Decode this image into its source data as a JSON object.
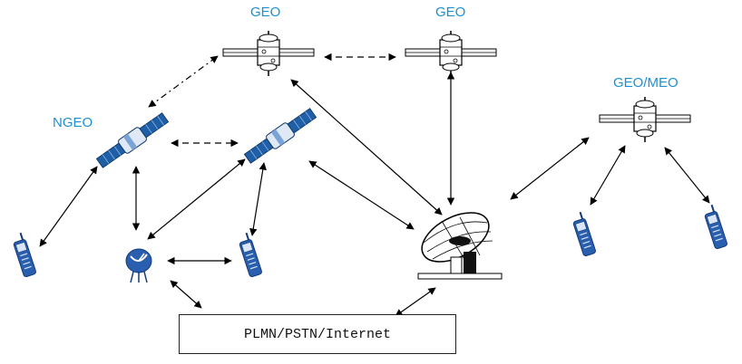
{
  "labels": {
    "geo_left": "GEO",
    "geo_right": "GEO",
    "geo_meo": "GEO/MEO",
    "ngeo": "NGEO"
  },
  "network": {
    "label": "PLMN/PSTN/Internet"
  },
  "colors": {
    "label_text": "#1f8fd0",
    "ngeo_satellite": "#1f5fa8",
    "arrow": "#000000"
  },
  "nodes": [
    {
      "id": "geo-satellite-left",
      "icon": "satellite-icon"
    },
    {
      "id": "geo-satellite-right",
      "icon": "satellite-icon"
    },
    {
      "id": "geo-meo-satellite",
      "icon": "satellite-icon"
    },
    {
      "id": "ngeo-satellite-left",
      "icon": "satellite-icon"
    },
    {
      "id": "ngeo-satellite-right",
      "icon": "satellite-icon"
    },
    {
      "id": "ground-station-dish",
      "icon": "satellite-dish-icon"
    },
    {
      "id": "ground-terminal",
      "icon": "antenna-icon"
    },
    {
      "id": "mobile-phones",
      "icon": "mobile-phone-icon"
    }
  ]
}
